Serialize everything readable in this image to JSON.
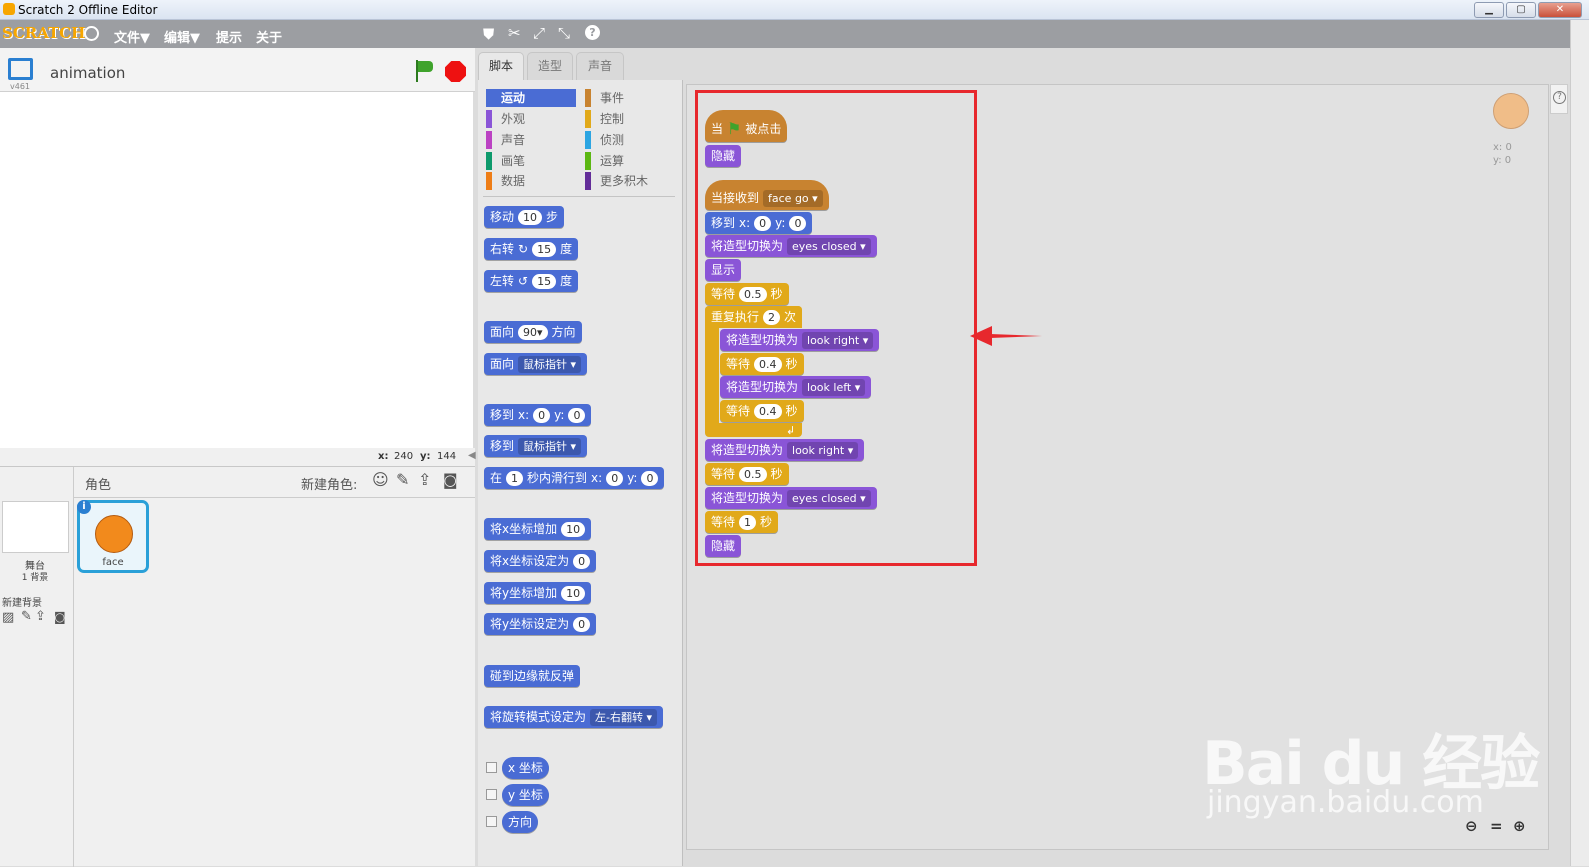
{
  "window": {
    "title": "Scratch 2 Offline Editor",
    "min": "▁",
    "max": "▢",
    "close": "✕"
  },
  "menu": {
    "logo": "SCRATCH",
    "file": "文件▼",
    "edit": "编辑▼",
    "tips": "提示",
    "about": "关于"
  },
  "stage": {
    "project_name": "animation",
    "version": "v461",
    "x_label": "x:",
    "x_value": "240",
    "y_label": "y:",
    "y_value": "144"
  },
  "sprites": {
    "header": "角色",
    "new_sprite": "新建角色:",
    "stage_label": "舞台",
    "stage_backdrops": "1 背景",
    "new_backdrop": "新建背景",
    "sprite_name": "face"
  },
  "tabs": {
    "scripts": "脚本",
    "costumes": "造型",
    "sounds": "声音"
  },
  "categories": {
    "motion": "运动",
    "looks": "外观",
    "sound": "声音",
    "pen": "画笔",
    "data": "数据",
    "events": "事件",
    "control": "控制",
    "sensing": "侦测",
    "operators": "运算",
    "more": "更多积木"
  },
  "palette": {
    "move_a": "移动",
    "move_n": "10",
    "move_b": "步",
    "turn_r_a": "右转",
    "turn_r_n": "15",
    "turn_r_b": "度",
    "turn_l_a": "左转",
    "turn_l_n": "15",
    "turn_l_b": "度",
    "point_a": "面向",
    "point_n": "90▾",
    "point_b": "方向",
    "point_to_a": "面向",
    "point_to_d": "鼠标指针 ▾",
    "goto_a": "移到",
    "goto_x": "x:",
    "goto_xv": "0",
    "goto_y": "y:",
    "goto_yv": "0",
    "goto2_a": "移到",
    "goto2_d": "鼠标指针 ▾",
    "glide_a": "在",
    "glide_n": "1",
    "glide_b": "秒内滑行到",
    "glide_x": "x:",
    "glide_xv": "0",
    "glide_y": "y:",
    "glide_yv": "0",
    "chx_a": "将x坐标增加",
    "chx_n": "10",
    "setx_a": "将x坐标设定为",
    "setx_n": "0",
    "chy_a": "将y坐标增加",
    "chy_n": "10",
    "sety_a": "将y坐标设定为",
    "sety_n": "0",
    "bounce": "碰到边缘就反弹",
    "rot_a": "将旋转模式设定为",
    "rot_d": "左-右翻转 ▾",
    "rep_x": "x 坐标",
    "rep_y": "y 坐标",
    "rep_dir": "方向"
  },
  "script": {
    "flag_a": "当",
    "flag_b": "被点击",
    "hide1": "隐藏",
    "recv_a": "当接收到",
    "recv_d": "face go ▾",
    "goto_a": "移到",
    "goto_x": "x:",
    "goto_xv": "0",
    "goto_y": "y:",
    "goto_yv": "0",
    "sw1_a": "将造型切换为",
    "sw1_d": "eyes closed ▾",
    "show": "显示",
    "wait1_a": "等待",
    "wait1_n": "0.5",
    "wait1_b": "秒",
    "rep_a": "重复执行",
    "rep_n": "2",
    "rep_b": "次",
    "sw2_a": "将造型切换为",
    "sw2_d": "look right ▾",
    "wait2_a": "等待",
    "wait2_n": "0.4",
    "wait2_b": "秒",
    "sw3_a": "将造型切换为",
    "sw3_d": "look left ▾",
    "wait3_a": "等待",
    "wait3_n": "0.4",
    "wait3_b": "秒",
    "sw4_a": "将造型切换为",
    "sw4_d": "look right ▾",
    "wait4_a": "等待",
    "wait4_n": "0.5",
    "wait4_b": "秒",
    "sw5_a": "将造型切换为",
    "sw5_d": "eyes closed ▾",
    "wait5_a": "等待",
    "wait5_n": "1",
    "wait5_b": "秒",
    "hide2": "隐藏"
  },
  "sprite_info": {
    "x": "x: 0",
    "y": "y: 0"
  },
  "watermark": {
    "brand": "Bai du 经验",
    "url": "jingyan.baidu.com"
  },
  "colors": {
    "motion": "#4a6cd4",
    "looks": "#8a55d7",
    "control": "#e1a91a",
    "events": "#c88330",
    "highlight": "#e7282d"
  }
}
